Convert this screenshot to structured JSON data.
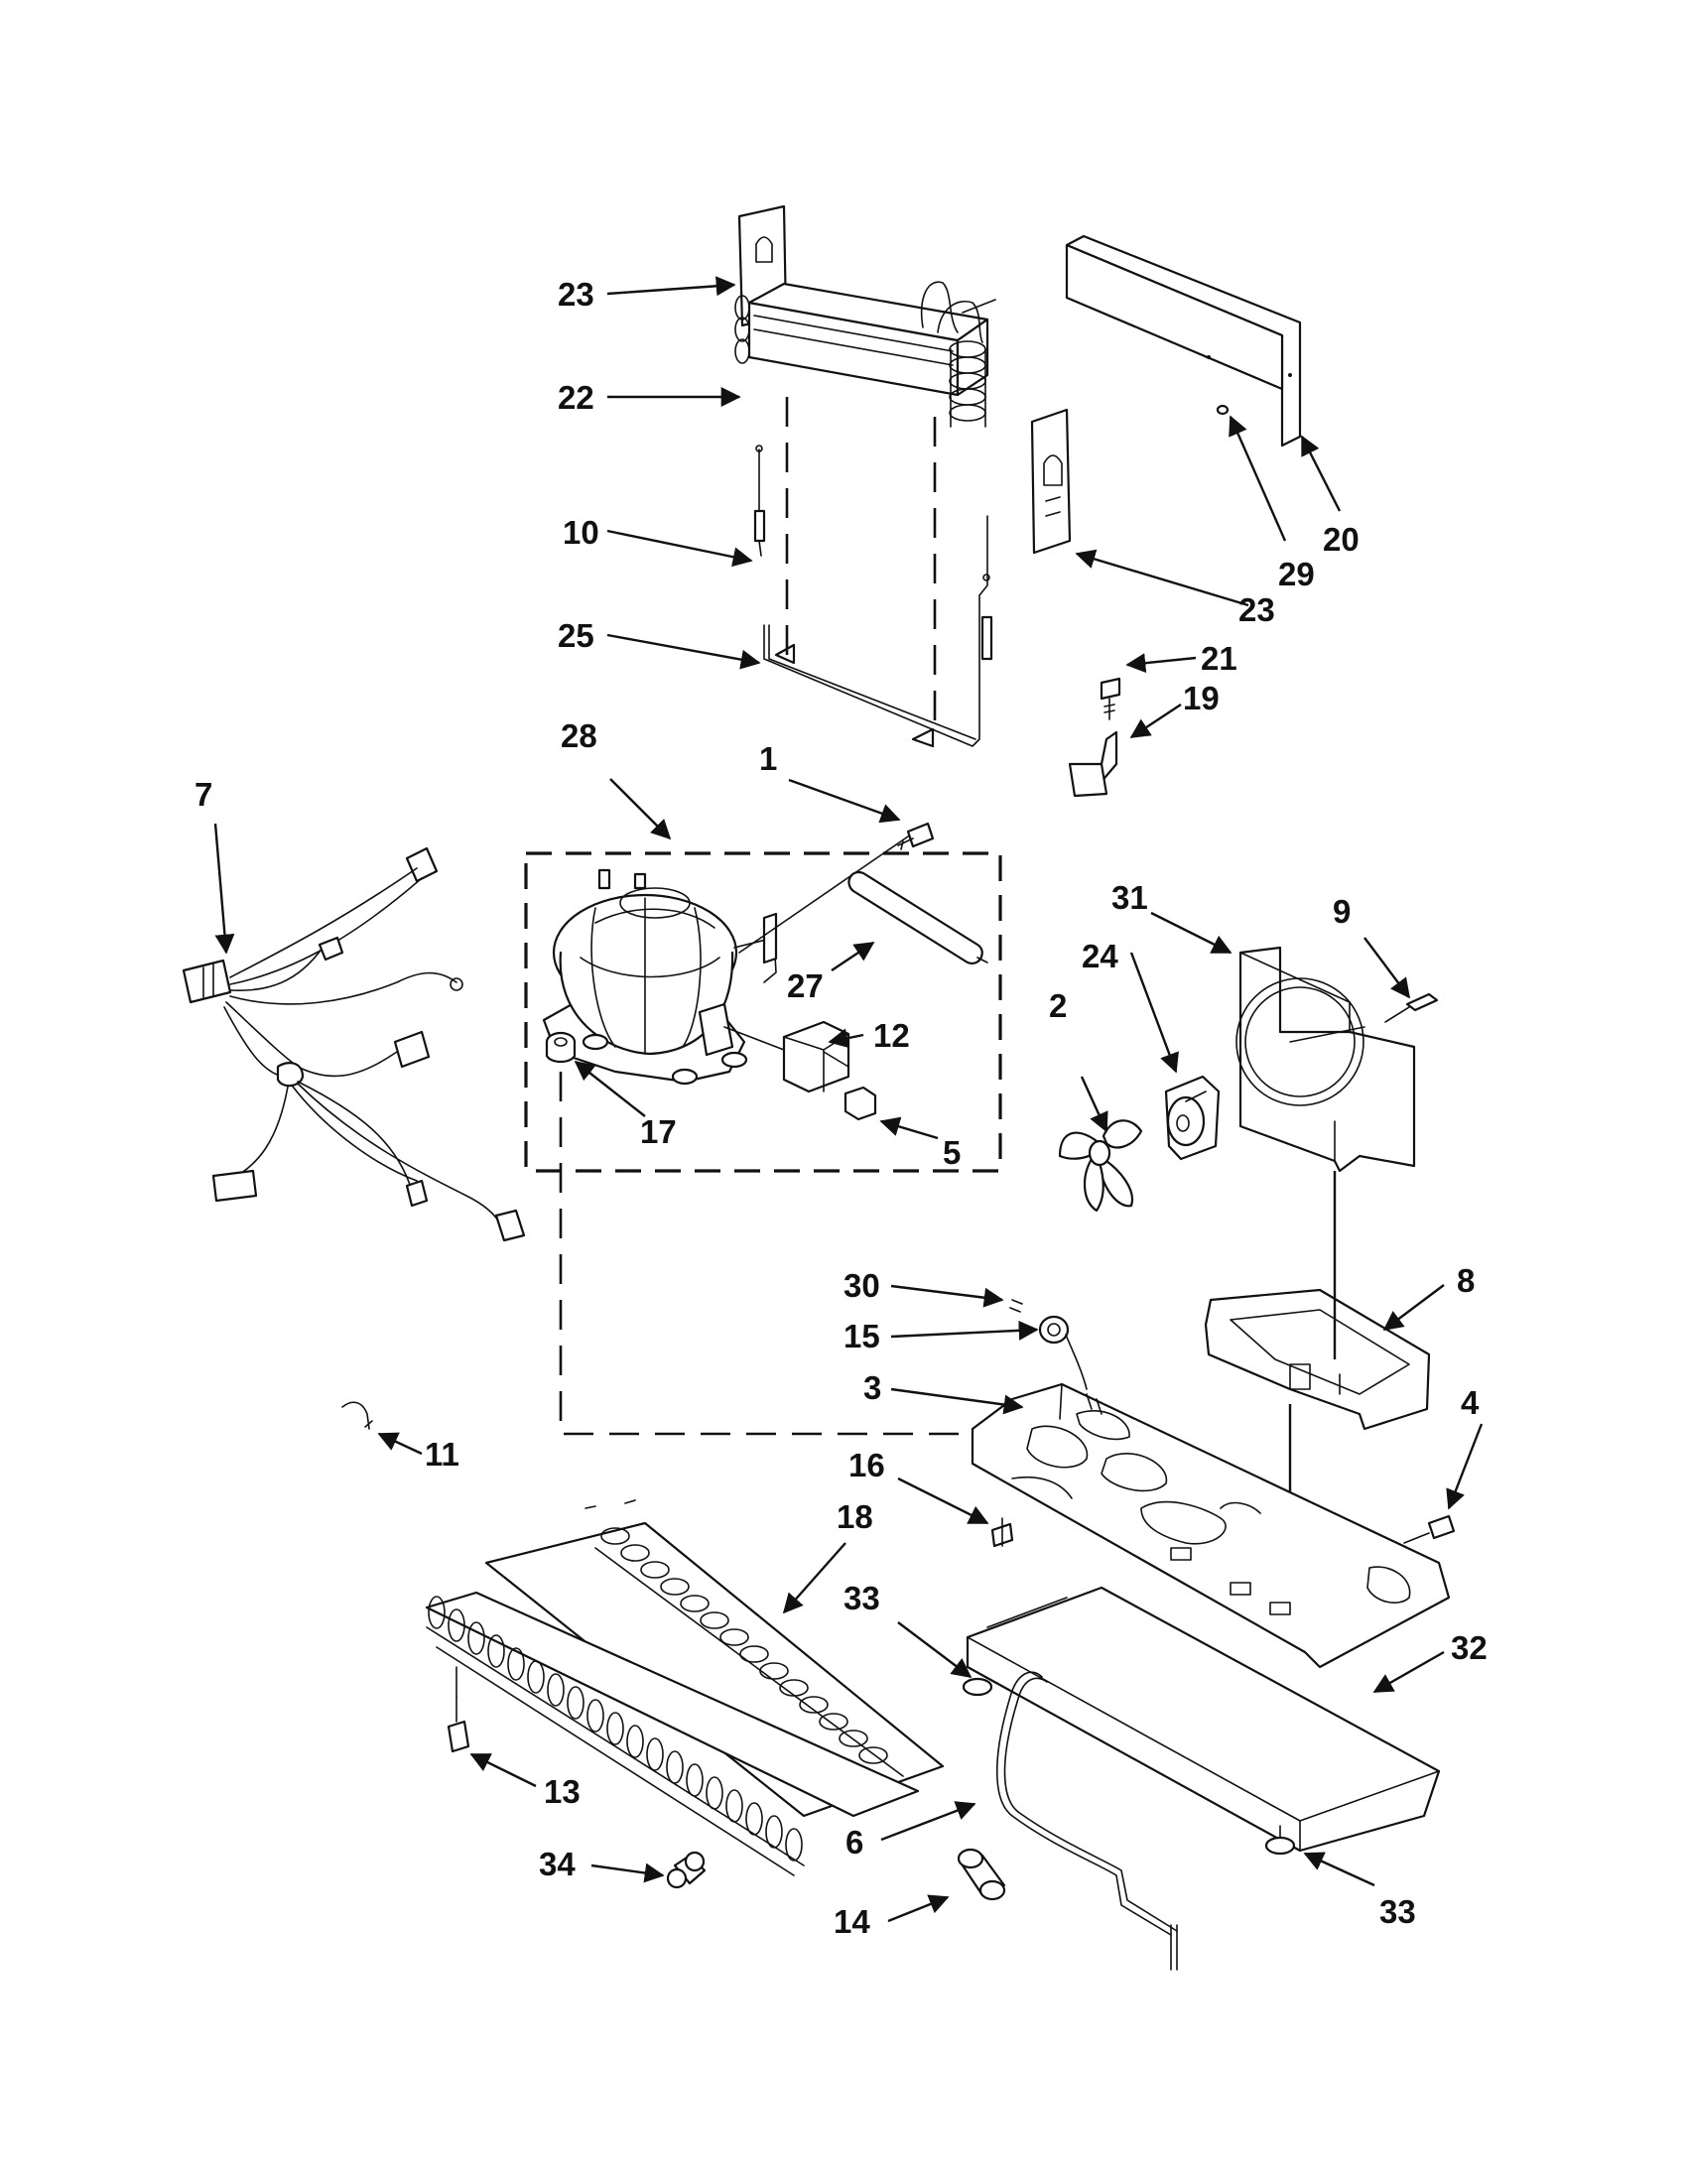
{
  "callouts": {
    "c1": "1",
    "c2": "2",
    "c3": "3",
    "c4": "4",
    "c5": "5",
    "c6": "6",
    "c7": "7",
    "c8": "8",
    "c9": "9",
    "c10": "10",
    "c11": "11",
    "c12": "12",
    "c13": "13",
    "c14": "14",
    "c15": "15",
    "c16": "16",
    "c17": "17",
    "c18": "18",
    "c19": "19",
    "c20": "20",
    "c21": "21",
    "c22": "22",
    "c23a": "23",
    "c23b": "23",
    "c24": "24",
    "c25": "25",
    "c27": "27",
    "c28": "28",
    "c29": "29",
    "c30": "30",
    "c31": "31",
    "c32": "32",
    "c33a": "33",
    "c33b": "33",
    "c34": "34"
  },
  "colors": {
    "ink": "#111111",
    "paper": "#ffffff"
  }
}
